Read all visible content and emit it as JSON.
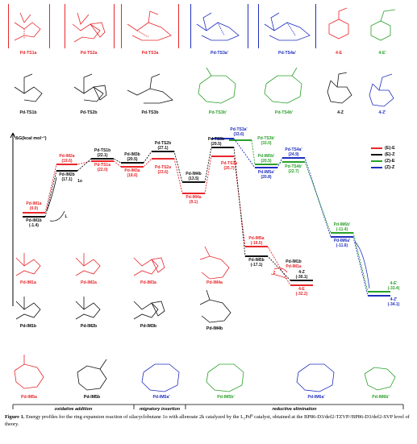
{
  "figure": {
    "axis_title": "ΔG(kcal mol⁻¹)",
    "caption_figure_label": "Figure 1.",
    "caption_text": "Energy profiles for the ring expansion reaction of silacyclobutane 1o with allenoate 2k catalyzed by the L₂Pd⁰ catalyst, obtained at the BP86-D3/def2-TZVP//BP86-D3/def2-SVP level of theory.",
    "sections": {
      "oxidative_addition": "oxidative addition",
      "migratory_insertion": "migratory insertion",
      "reductive_elimination": "reductive elimination"
    },
    "legend": [
      {
        "label": "(E)-E",
        "color": "#e8262a"
      },
      {
        "label": "(E)-Z",
        "color": "#111111"
      },
      {
        "label": "(Z)-E",
        "color": "#2aa02a"
      },
      {
        "label": "(Z)-Z",
        "color": "#1f2fbf"
      }
    ],
    "top_structures": [
      {
        "label": "Pd-TS1a",
        "color": "#e8262a"
      },
      {
        "label": "Pd-TS2a",
        "color": "#e8262a"
      },
      {
        "label": "Pd-TS3a",
        "color": "#e8262a"
      },
      {
        "label": "Pd-TS3a'",
        "color": "#1f2fbf"
      },
      {
        "label": "Pd-TS4a'",
        "color": "#1f2fbf"
      },
      {
        "label": "4-E",
        "color": "#e8262a"
      },
      {
        "label": "4-E'",
        "color": "#2aa02a"
      }
    ],
    "second_structures": [
      {
        "label": "Pd-TS1b",
        "color": "#111111"
      },
      {
        "label": "Pd-TS2b",
        "color": "#111111"
      },
      {
        "label": "Pd-TS3b",
        "color": "#111111"
      },
      {
        "label": "Pd-TS3b'",
        "color": "#2aa02a"
      },
      {
        "label": "Pd-TS4b'",
        "color": "#2aa02a"
      },
      {
        "label": "4-Z",
        "color": "#111111"
      },
      {
        "label": "4-Z'",
        "color": "#1f2fbf"
      }
    ],
    "lower_structures_row1": [
      {
        "label": "Pd-IM1a",
        "color": "#e8262a"
      },
      {
        "label": "Pd-IM2a",
        "color": "#e8262a"
      },
      {
        "label": "Pd-IM3a",
        "color": "#e8262a"
      },
      {
        "label": "Pd-IM4a",
        "color": "#e8262a"
      }
    ],
    "lower_structures_row2": [
      {
        "label": "Pd-IM1b",
        "color": "#111111"
      },
      {
        "label": "Pd-IM2b",
        "color": "#111111"
      },
      {
        "label": "Pd-IM3b",
        "color": "#111111"
      },
      {
        "label": "Pd-IM4b",
        "color": "#111111"
      }
    ],
    "bottom_structures": [
      {
        "label": "Pd-IM5a",
        "color": "#e8262a"
      },
      {
        "label": "Pd-IM5b",
        "color": "#111111"
      },
      {
        "label": "Pd-IM5a'",
        "color": "#1f2fbf"
      },
      {
        "label": "Pd-IM5b'",
        "color": "#2aa02a"
      },
      {
        "label": "Pd-IM6a'",
        "color": "#1f2fbf"
      },
      {
        "label": "Pd-IM6b'",
        "color": "#2aa02a"
      }
    ],
    "profile_levels": [
      {
        "name": "Pd-IM1b",
        "value": "(-1.4)",
        "color": "#111111"
      },
      {
        "name": "Pd-IM1a",
        "value": "(0.0)",
        "color": "#e8262a"
      },
      {
        "name": "Pd-IM2a",
        "value": "(19.6)",
        "color": "#e8262a"
      },
      {
        "name": "Pd-IM2b",
        "value": "(17.1)",
        "color": "#111111"
      },
      {
        "name": "Pd-TS1b",
        "value": "(22.1)",
        "color": "#111111"
      },
      {
        "name": "Pd-TS1a",
        "value": "(22.0)",
        "color": "#e8262a"
      },
      {
        "name": "Pd-IM3b",
        "value": "(20.5)",
        "color": "#111111"
      },
      {
        "name": "Pd-IM3a",
        "value": "(18.6)",
        "color": "#e8262a"
      },
      {
        "name": "Pd-TS2b",
        "value": "(27.1)",
        "color": "#111111"
      },
      {
        "name": "Pd-TS2a",
        "value": "(23.6)",
        "color": "#e8262a"
      },
      {
        "name": "Pd-IM4b",
        "value": "(13.5)",
        "color": "#111111"
      },
      {
        "name": "Pd-IM4a",
        "value": "(9.1)",
        "color": "#e8262a"
      },
      {
        "name": "Pd-TS3b",
        "value": "(29.5)",
        "color": "#111111"
      },
      {
        "name": "Pd-TS3a'",
        "value": "(33.6)",
        "color": "#1f2fbf"
      },
      {
        "name": "Pd-TS3b'",
        "value": "(33.0)",
        "color": "#2aa02a"
      },
      {
        "name": "Pd-TS3a",
        "value": "(25.7)",
        "color": "#e8262a"
      },
      {
        "name": "Pd-IM5b'",
        "value": "(20.5)",
        "color": "#2aa02a"
      },
      {
        "name": "Pd-IM5a'",
        "value": "(20.8)",
        "color": "#1f2fbf"
      },
      {
        "name": "Pd-TS4a'",
        "value": "(24.9)",
        "color": "#1f2fbf"
      },
      {
        "name": "Pd-TS4b'",
        "value": "(22.7)",
        "color": "#2aa02a"
      },
      {
        "name": "Pd-IM5a",
        "value": "(-16.5)",
        "color": "#e8262a"
      },
      {
        "name": "Pd-IM5b",
        "value": "(-17.1)",
        "color": "#111111"
      },
      {
        "name": "Pd-IM6b'",
        "value": "(-11.4)",
        "color": "#2aa02a"
      },
      {
        "name": "Pd-IM6a'",
        "value": "(-11.6)",
        "color": "#1f2fbf"
      },
      {
        "name": "4-Z",
        "value": "(-30.1)",
        "color": "#111111"
      },
      {
        "name": "4-E",
        "value": "(-32.2)",
        "color": "#e8262a"
      },
      {
        "name": "4-E'",
        "value": "(-33.4)",
        "color": "#2aa02a"
      },
      {
        "name": "4-Z'",
        "value": "(-34.1)",
        "color": "#1f2fbf"
      }
    ],
    "side_labels": {
      "one_o": "1o",
      "L": "L",
      "two": "2",
      "im1b": "Pd-IM1b",
      "im1a": "Pd-IM1a"
    }
  }
}
